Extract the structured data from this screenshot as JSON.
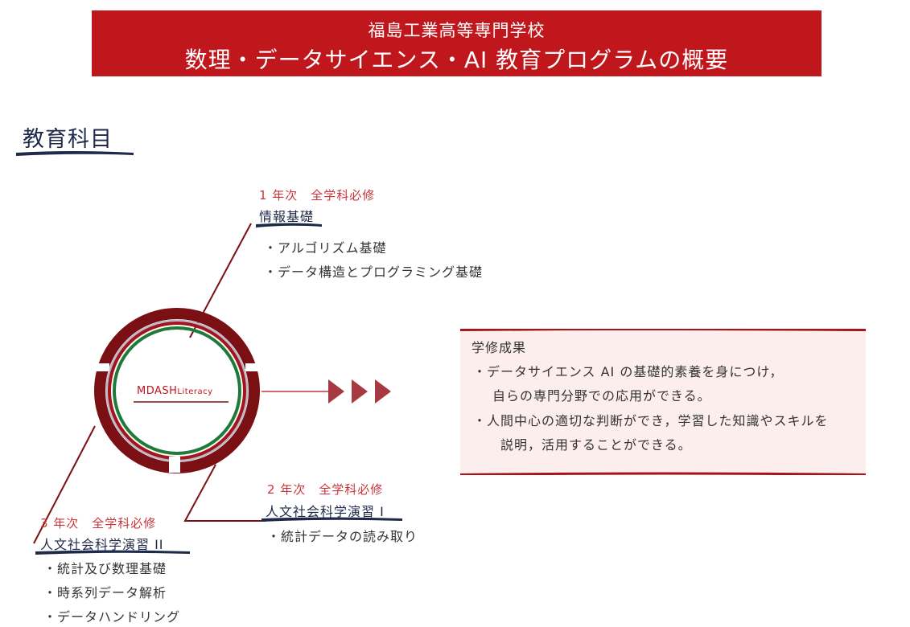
{
  "header": {
    "school_name": "福島工業高等専門学校",
    "program_title": "数理・データサイエンス・AI 教育プログラムの概要"
  },
  "section_title": "教育科目",
  "logo": {
    "main": "MDASH",
    "sub": "Literacy"
  },
  "courses": [
    {
      "year": "1 年次　全学科必修",
      "name": "情報基礎",
      "items": [
        "・アルゴリズム基礎",
        "・データ構造とプログラミング基礎"
      ]
    },
    {
      "year": "2 年次　全学科必修",
      "name": "人文社会科学演習 I",
      "items": [
        "・統計データの読み取り"
      ]
    },
    {
      "year": "3 年次　全学科必修",
      "name": "人文社会科学演習 II",
      "items": [
        "・統計及び数理基礎",
        "・時系列データ解析",
        "・データハンドリング"
      ]
    }
  ],
  "outcomes": {
    "heading": "学修成果",
    "lines": [
      "・データサイエンス AI の基礎的素養を身につけ，",
      "自らの専門分野での応用ができる。",
      "・人間中心の適切な判断ができ，学習した知識やスキルを",
      "説明，活用することができる。"
    ]
  },
  "colors": {
    "banner_red": "#c0171d",
    "dark_red": "#7a0f14",
    "navy": "#1f2a4a",
    "green": "#1f7a3a",
    "box_pink": "#fdeeee"
  }
}
